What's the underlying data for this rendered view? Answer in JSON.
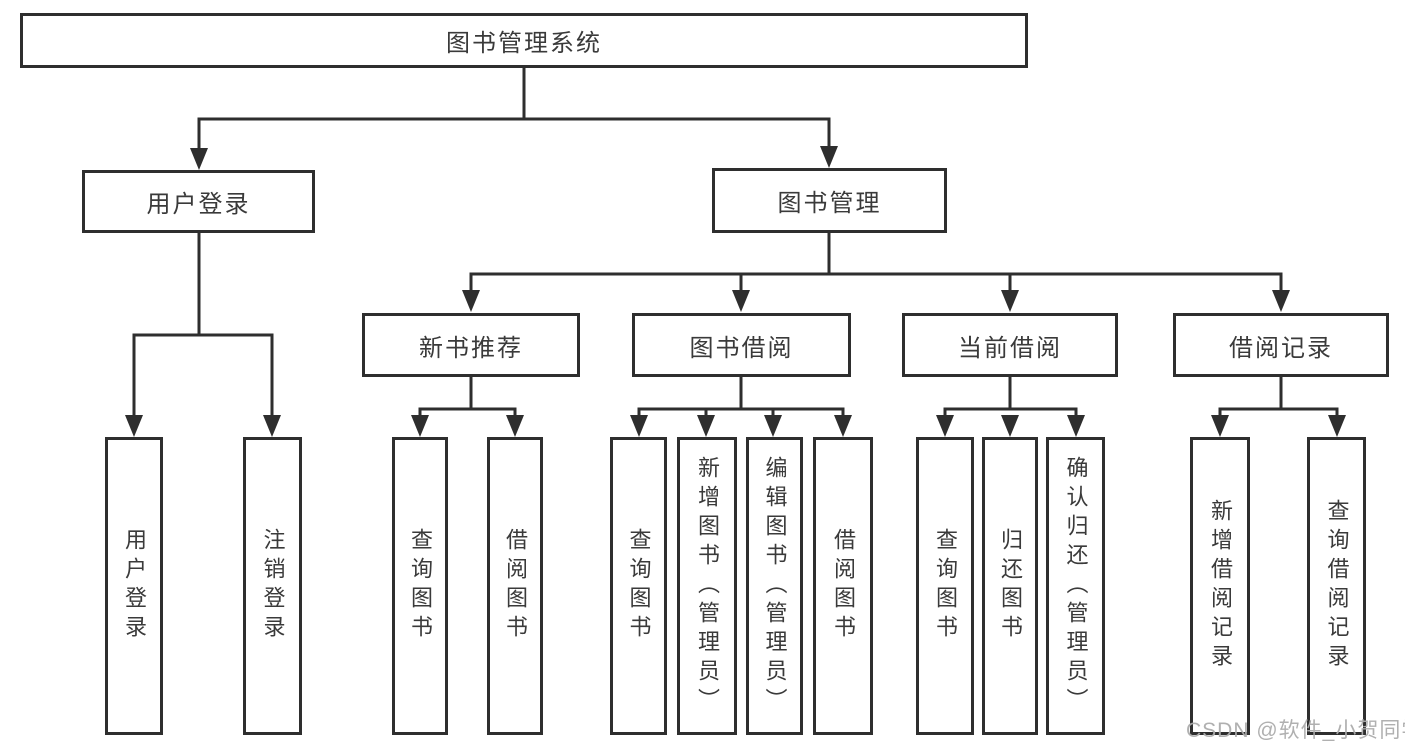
{
  "tree": {
    "label": "图书管理系统",
    "children": [
      {
        "label": "用户登录",
        "children": [
          {
            "label": "用户登录"
          },
          {
            "label": "注销登录"
          }
        ]
      },
      {
        "label": "图书管理",
        "children": [
          {
            "label": "新书推荐",
            "children": [
              {
                "label": "查询图书"
              },
              {
                "label": "借阅图书"
              }
            ]
          },
          {
            "label": "图书借阅",
            "children": [
              {
                "label": "查询图书"
              },
              {
                "label": "新增图书（管理员）"
              },
              {
                "label": "编辑图书（管理员）"
              },
              {
                "label": "借阅图书"
              }
            ]
          },
          {
            "label": "当前借阅",
            "children": [
              {
                "label": "查询图书"
              },
              {
                "label": "归还图书"
              },
              {
                "label": "确认归还（管理员）"
              }
            ]
          },
          {
            "label": "借阅记录",
            "children": [
              {
                "label": "新增借阅记录"
              },
              {
                "label": "查询借阅记录"
              }
            ]
          }
        ]
      }
    ]
  },
  "watermark": "CSDN @软件_小贺同学",
  "colors": {
    "line": "#2e2e2e",
    "text": "#3a3a3a",
    "watermark": "#acacac",
    "background": "#ffffff"
  }
}
